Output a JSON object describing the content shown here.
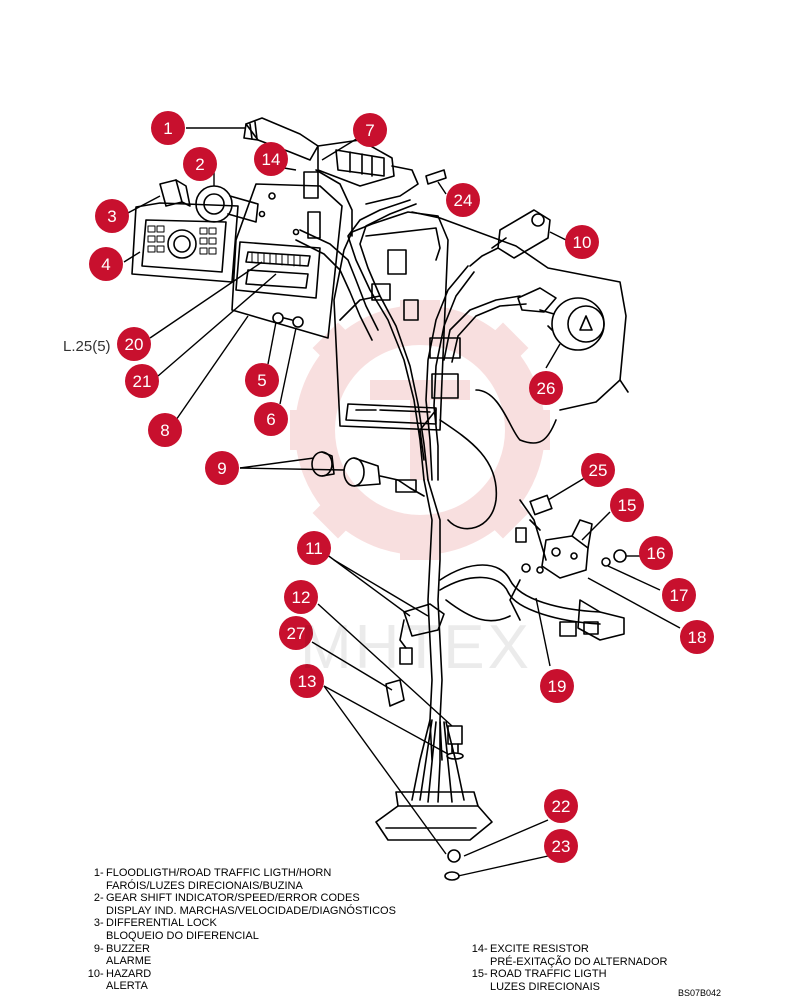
{
  "figure": {
    "page_ref": "L.25(5)",
    "figure_code": "BS07B042",
    "watermark": "MHTEX"
  },
  "colors": {
    "callout_fill": "#c8102e",
    "line": "#000000",
    "watermark": "#f4c6c6"
  },
  "callouts": [
    {
      "id": "c1",
      "number": "1"
    },
    {
      "id": "c2",
      "number": "2"
    },
    {
      "id": "c3",
      "number": "3"
    },
    {
      "id": "c4",
      "number": "4"
    },
    {
      "id": "c5",
      "number": "5"
    },
    {
      "id": "c6",
      "number": "6"
    },
    {
      "id": "c7",
      "number": "7"
    },
    {
      "id": "c8",
      "number": "8"
    },
    {
      "id": "c9",
      "number": "9"
    },
    {
      "id": "c10",
      "number": "10"
    },
    {
      "id": "c11",
      "number": "11"
    },
    {
      "id": "c12",
      "number": "12"
    },
    {
      "id": "c13",
      "number": "13"
    },
    {
      "id": "c14",
      "number": "14"
    },
    {
      "id": "c15",
      "number": "15"
    },
    {
      "id": "c16",
      "number": "16"
    },
    {
      "id": "c17",
      "number": "17"
    },
    {
      "id": "c18",
      "number": "18"
    },
    {
      "id": "c19",
      "number": "19"
    },
    {
      "id": "c20",
      "number": "20"
    },
    {
      "id": "c21",
      "number": "21"
    },
    {
      "id": "c22",
      "number": "22"
    },
    {
      "id": "c23",
      "number": "23"
    },
    {
      "id": "c24",
      "number": "24"
    },
    {
      "id": "c25",
      "number": "25"
    },
    {
      "id": "c26",
      "number": "26"
    },
    {
      "id": "c27",
      "number": "27"
    }
  ],
  "legend_left": [
    {
      "number": "1",
      "en": "FLOODLIGTH/ROAD TRAFFIC LIGTH/HORN",
      "pt": "FARÓIS/LUZES DIRECIONAIS/BUZINA"
    },
    {
      "number": "2",
      "en": "GEAR SHIFT INDICATOR/SPEED/ERROR CODES",
      "pt": "DISPLAY IND. MARCHAS/VELOCIDADE/DIAGNÓSTICOS"
    },
    {
      "number": "3",
      "en": "DIFFERENTIAL LOCK",
      "pt": "BLOQUEIO DO DIFERENCIAL"
    },
    {
      "number": "9",
      "en": "BUZZER",
      "pt": "ALARME"
    },
    {
      "number": "10",
      "en": "HAZARD",
      "pt": "ALERTA"
    }
  ],
  "legend_right": [
    {
      "number": "14",
      "en": "EXCITE RESISTOR",
      "pt": "PRÉ-EXITAÇÃO DO ALTERNADOR"
    },
    {
      "number": "15",
      "en": "ROAD TRAFFIC LIGTH",
      "pt": "LUZES DIRECIONAIS"
    }
  ]
}
